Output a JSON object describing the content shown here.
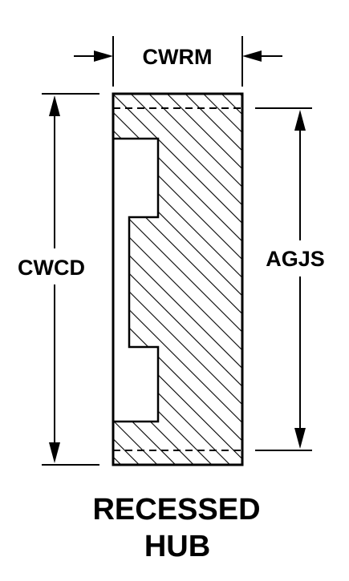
{
  "diagram": {
    "labels": {
      "width": "CWRM",
      "overall_height": "CWCD",
      "inner_height": "AGJS"
    },
    "caption": {
      "line1": "RECESSED",
      "line2": "HUB"
    },
    "colors": {
      "ink": "#000000",
      "paper": "#ffffff"
    }
  }
}
